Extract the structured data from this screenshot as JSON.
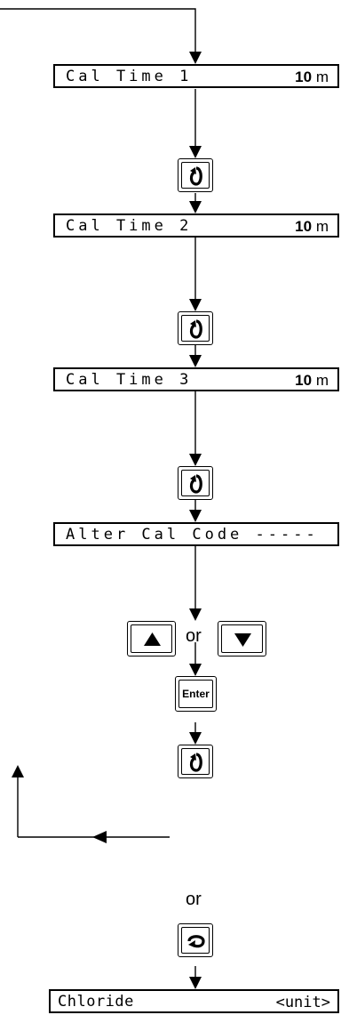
{
  "displays": [
    {
      "label": "Cal Time 1",
      "value": "10",
      "unit": "m"
    },
    {
      "label": "Cal Time 2",
      "value": "10",
      "unit": "m"
    },
    {
      "label": "Cal Time 3",
      "value": "10",
      "unit": "m"
    },
    {
      "label": "Alter Cal Code -----"
    },
    {
      "label": "Chloride",
      "unit_placeholder": "<unit>"
    }
  ],
  "keys": {
    "enter_label": "Enter",
    "next_icon": "next-step-icon",
    "return_icon": "return-icon",
    "up_icon": "up-arrow-icon",
    "down_icon": "down-arrow-icon"
  },
  "connectors": {
    "or_1": "or",
    "or_2": "or"
  }
}
